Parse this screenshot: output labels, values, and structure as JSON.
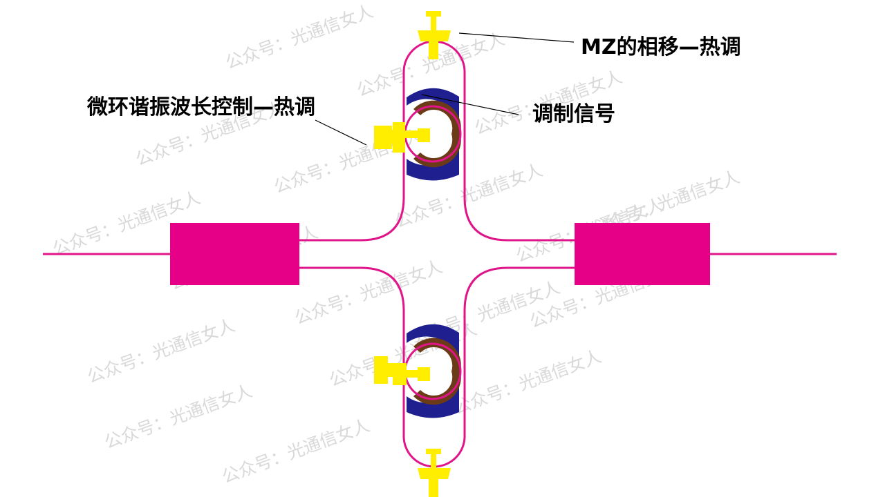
{
  "labels": {
    "mz_phase": "MZ的相移—热调",
    "ring_tuning": "微环谐振波长控制—热调",
    "modulation": "调制信号"
  },
  "watermark": {
    "text": "公众号：光通信女人"
  },
  "colors": {
    "waveguide": "#e0158a",
    "coupler": "#e60088",
    "electrode_blue": "#1f1f8f",
    "ring_brown": "#6b3a17",
    "heater_yellow": "#ffee00",
    "label_text": "#000000",
    "watermark": "#d9d9d9"
  }
}
